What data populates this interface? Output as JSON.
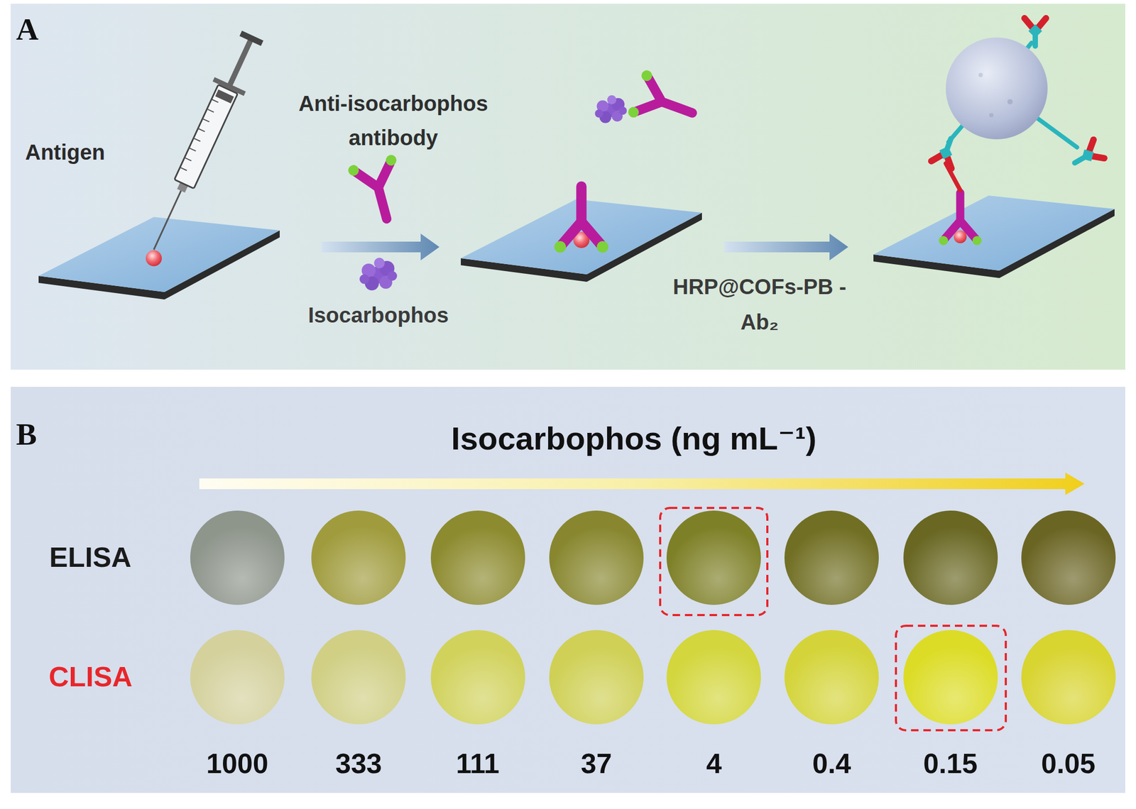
{
  "diagram": {
    "labels": [
      "A",
      "Antigen",
      "Anti-isocarbophos antibody",
      "Isocarbophos",
      "HRP@COFs-PB -Ab₂",
      "B",
      "Isocarbophos (ng mL⁻¹)",
      "ELISA",
      "CLISA",
      "1000",
      "333",
      "111",
      "37",
      "4",
      "0.4",
      "0.15",
      "0.05"
    ]
  }
}
